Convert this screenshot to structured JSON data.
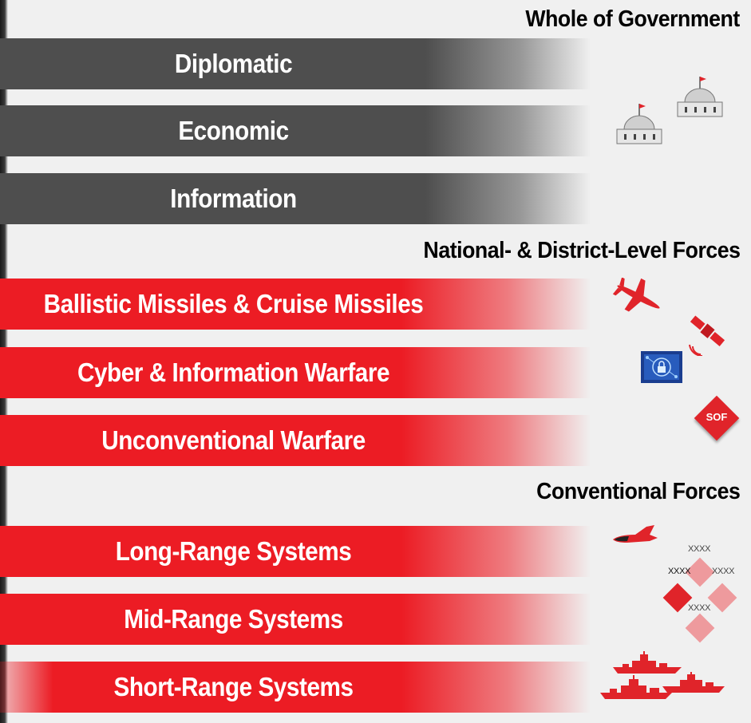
{
  "sections": [
    {
      "heading": "Whole of Government",
      "bars": [
        {
          "label": "Diplomatic"
        },
        {
          "label": "Economic"
        },
        {
          "label": "Information"
        }
      ]
    },
    {
      "heading": "National- & District-Level Forces",
      "bars": [
        {
          "label": "Ballistic Missiles & Cruise Missiles"
        },
        {
          "label": "Cyber & Information Warfare"
        },
        {
          "label": "Unconventional Warfare"
        }
      ]
    },
    {
      "heading": "Conventional Forces",
      "bars": [
        {
          "label": "Long-Range Systems"
        },
        {
          "label": "Mid-Range Systems"
        },
        {
          "label": "Short-Range Systems"
        }
      ]
    }
  ],
  "icons": {
    "sof_label": "SOF",
    "echelon_label": "XXXX"
  },
  "colors": {
    "gray_bar": "#4e4e4e",
    "red_bar": "#ec1c24",
    "background": "#f0f0f0"
  }
}
